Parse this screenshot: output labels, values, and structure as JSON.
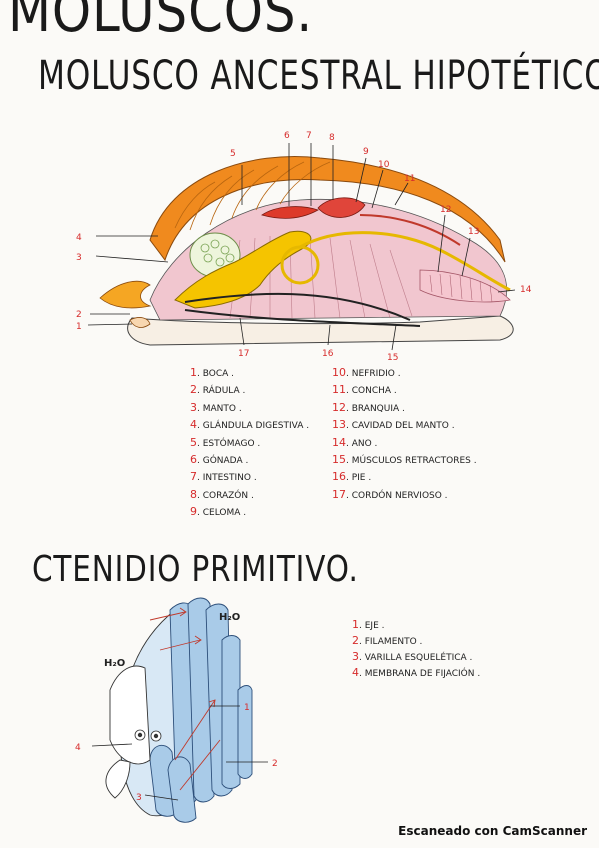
{
  "title": "MOLUSCOS.",
  "subtitle": "MOLUSCO ANCESTRAL HIPOTÉTICO.",
  "diagram1": {
    "callouts_left": [
      "4",
      "3",
      "2",
      "1"
    ],
    "callouts_top": [
      "5",
      "6",
      "7",
      "8",
      "9",
      "10",
      "11",
      "12",
      "13",
      "14"
    ],
    "callouts_bottom": [
      "17",
      "16",
      "15"
    ]
  },
  "legend1": {
    "col1": [
      {
        "n": "1",
        "t": ". BOCA ."
      },
      {
        "n": "2",
        "t": ". RÁDULA ."
      },
      {
        "n": "3",
        "t": ". MANTO ."
      },
      {
        "n": "4",
        "t": ". GLÁNDULA DIGESTIVA ."
      },
      {
        "n": "5",
        "t": ". ESTÓMAGO ."
      },
      {
        "n": "6",
        "t": ". GÓNADA ."
      },
      {
        "n": "7",
        "t": ". INTESTINO ."
      },
      {
        "n": "8",
        "t": ". CORAZÓN ."
      },
      {
        "n": "9",
        "t": ". CELOMA ."
      }
    ],
    "col2": [
      {
        "n": "10",
        "t": ". NEFRIDIO ."
      },
      {
        "n": "11",
        "t": ". CONCHA ."
      },
      {
        "n": "12",
        "t": ". BRANQUIA ."
      },
      {
        "n": "13",
        "t": ". CAVIDAD DEL MANTO ."
      },
      {
        "n": "14",
        "t": ". ANO ."
      },
      {
        "n": "15",
        "t": ". MÚSCULOS RETRACTORES ."
      },
      {
        "n": "16",
        "t": ". PIE ."
      },
      {
        "n": "17",
        "t": ". CORDÓN NERVIOSO ."
      }
    ]
  },
  "subtitle2": "CTENIDIO PRIMITIVO.",
  "diagram2": {
    "h2o_top": "H₂O",
    "h2o_left": "H₂O",
    "callouts": [
      "1",
      "2",
      "3",
      "4"
    ]
  },
  "legend2": [
    {
      "n": "1",
      "t": ". EJE ."
    },
    {
      "n": "2",
      "t": ". FILAMENTO ."
    },
    {
      "n": "3",
      "t": ". VARILLA ESQUELÉTICA ."
    },
    {
      "n": "4",
      "t": ". MEMBRANA DE FIJACIÓN ."
    }
  ],
  "scanner": "Escaneado con CamScanner",
  "colors": {
    "shell": "#f08a1e",
    "gland": "#f5c400",
    "muscle": "#e8a6b4",
    "gonad": "#dd3a2a",
    "gill": "#a9cbe8",
    "red_label": "#d62b2b"
  }
}
